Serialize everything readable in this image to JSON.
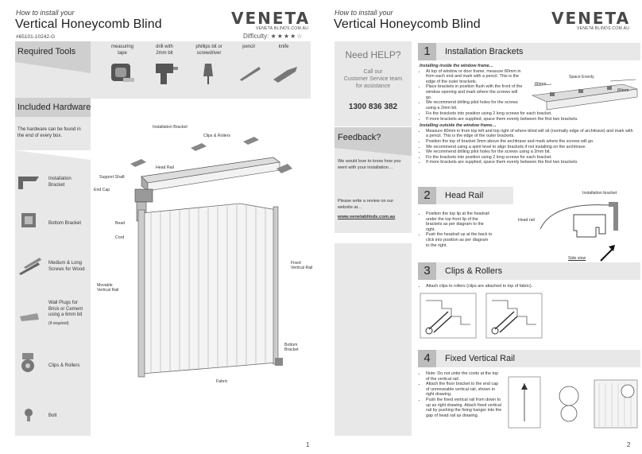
{
  "page1": {
    "subtitle": "How to install your",
    "title": "Vertical Honeycomb Blind",
    "code": "#65101-10242-G",
    "logo_main": "VENETA",
    "logo_url": "VENETA BLINDS.COM.AU",
    "difficulty_label": "Difficulty:",
    "difficulty_stars": "★★★★☆",
    "tools_header": "Required Tools",
    "tools": [
      {
        "label": "measuring\ntape",
        "icon": "tape-measure-icon"
      },
      {
        "label": "drill with\n2mm bit",
        "icon": "drill-icon"
      },
      {
        "label": "phillips bit or\nscrewdriver",
        "icon": "screwdriver-icon"
      },
      {
        "label": "pencil",
        "icon": "pencil-icon"
      },
      {
        "label": "knife",
        "icon": "knife-icon"
      }
    ],
    "hardware_header": "Included Hardware",
    "hardware_intro": "The hardware can be found in the end of every box.",
    "hardware": [
      {
        "label": "Installation\nBracket",
        "icon": "installation-bracket-icon"
      },
      {
        "label": "Bottom Bracket",
        "icon": "bottom-bracket-icon"
      },
      {
        "label": "Medium & Long\nScrews for Wood",
        "icon": "screws-icon"
      },
      {
        "label": "Wall Plugs for\nBrick or Cement\nusing a 6mm bit",
        "note": "(if required)",
        "icon": "wall-plug-icon"
      },
      {
        "label": "Clips & Rollers",
        "icon": "clips-rollers-icon"
      },
      {
        "label": "Bolt",
        "icon": "bolt-icon"
      }
    ],
    "diagram_labels": {
      "installation_bracket": "Installation Bracket",
      "clips_rollers": "Clips & Rollers",
      "head_rail": "Head Rail",
      "support_shaft": "Support Shaft",
      "end_cap": "End Cap",
      "bead": "Bead",
      "cord": "Cord",
      "movable_rail": "Movable\nVertical Rail",
      "fixed_rail": "Fixed\nVertical Rail",
      "bottom_bracket": "Bottom\nBracket",
      "fabric": "Fabric"
    },
    "page_number": "1"
  },
  "page2": {
    "subtitle": "How to install your",
    "title": "Vertical Honeycomb Blind",
    "logo_main": "VENETA",
    "logo_url": "VENETA BLINDS.COM.AU",
    "help": {
      "title": "Need HELP?",
      "line": "Call our\nCustomer Service team\nfor assistance",
      "phone": "1300 836 382"
    },
    "feedback": {
      "title": "Feedback?",
      "text1": "We would love to know how you went with your installation…",
      "text2": "Please write a review on our website at…",
      "link": "www.venetablinds.com.au"
    },
    "steps": [
      {
        "num": "1",
        "title": "Installation Brackets",
        "sub1": "Installing inside the window frame…",
        "list1": [
          "At top of window or door frame, measure 80mm in from each end and mark with a pencil. This is the edge of the outer brackets.",
          "Place brackets in position flush with the front of the window opening and mark where the screws will go.",
          "We recommend drilling pilot holes for the screws using a 2mm bit.",
          "Fix the brackets into position using 2 long screws for each bracket.",
          "If more brackets are supplied, space them evenly between the first two brackets."
        ],
        "sub2": "Installing outside the window frame…",
        "list2": [
          "Measure 80mm in from top left and top right of where blind will sit (normally edge of architrave) and mark with a pencil. This is the edge of the outer brackets.",
          "Position the top of bracket 3mm above the architrave and mark where the screws will go.",
          "We recommend using a spirit level to align brackets if not installing on the architrave.",
          "We recommend drilling pilot holes for the screws using a 2mm bit.",
          "Fix the brackets into position using 2 long screws for each bracket.",
          "If more brackets are supplied, space them evenly between the first two brackets."
        ],
        "fig_labels": {
          "space": "Space Evenly",
          "left": "80mm",
          "right": "80mm"
        }
      },
      {
        "num": "2",
        "title": "Head Rail",
        "list": [
          "Position the top lip at the headrail under the top front lip of the brackets as per diagram to the right.",
          "Push the headrail up at the back to click into position as per diagram to the right."
        ],
        "fig_labels": {
          "bracket": "Installation bracket",
          "rail": "Head rail",
          "side": "Side view"
        }
      },
      {
        "num": "3",
        "title": "Clips & Rollers",
        "list": [
          "Attach clips to rollers (clips are attached to top of fabric)."
        ]
      },
      {
        "num": "4",
        "title": "Fixed Vertical Rail",
        "list": [
          "Note: Do not untie the cords at the top of the vertical rail.",
          "Attach the floor bracket to the end cap of unmoveable vertical rail, shown in right drawing.",
          "Push the fixed vertical rail from down to up as right drawing. Attach fixed vertical rail by pushing the fixing hanger into the gap of head rail as drawing."
        ]
      }
    ],
    "page_number": "2"
  },
  "colors": {
    "gold": "#c9a14c",
    "band_grey": "#cfcfcf",
    "light_grey": "#e8e8e8"
  }
}
